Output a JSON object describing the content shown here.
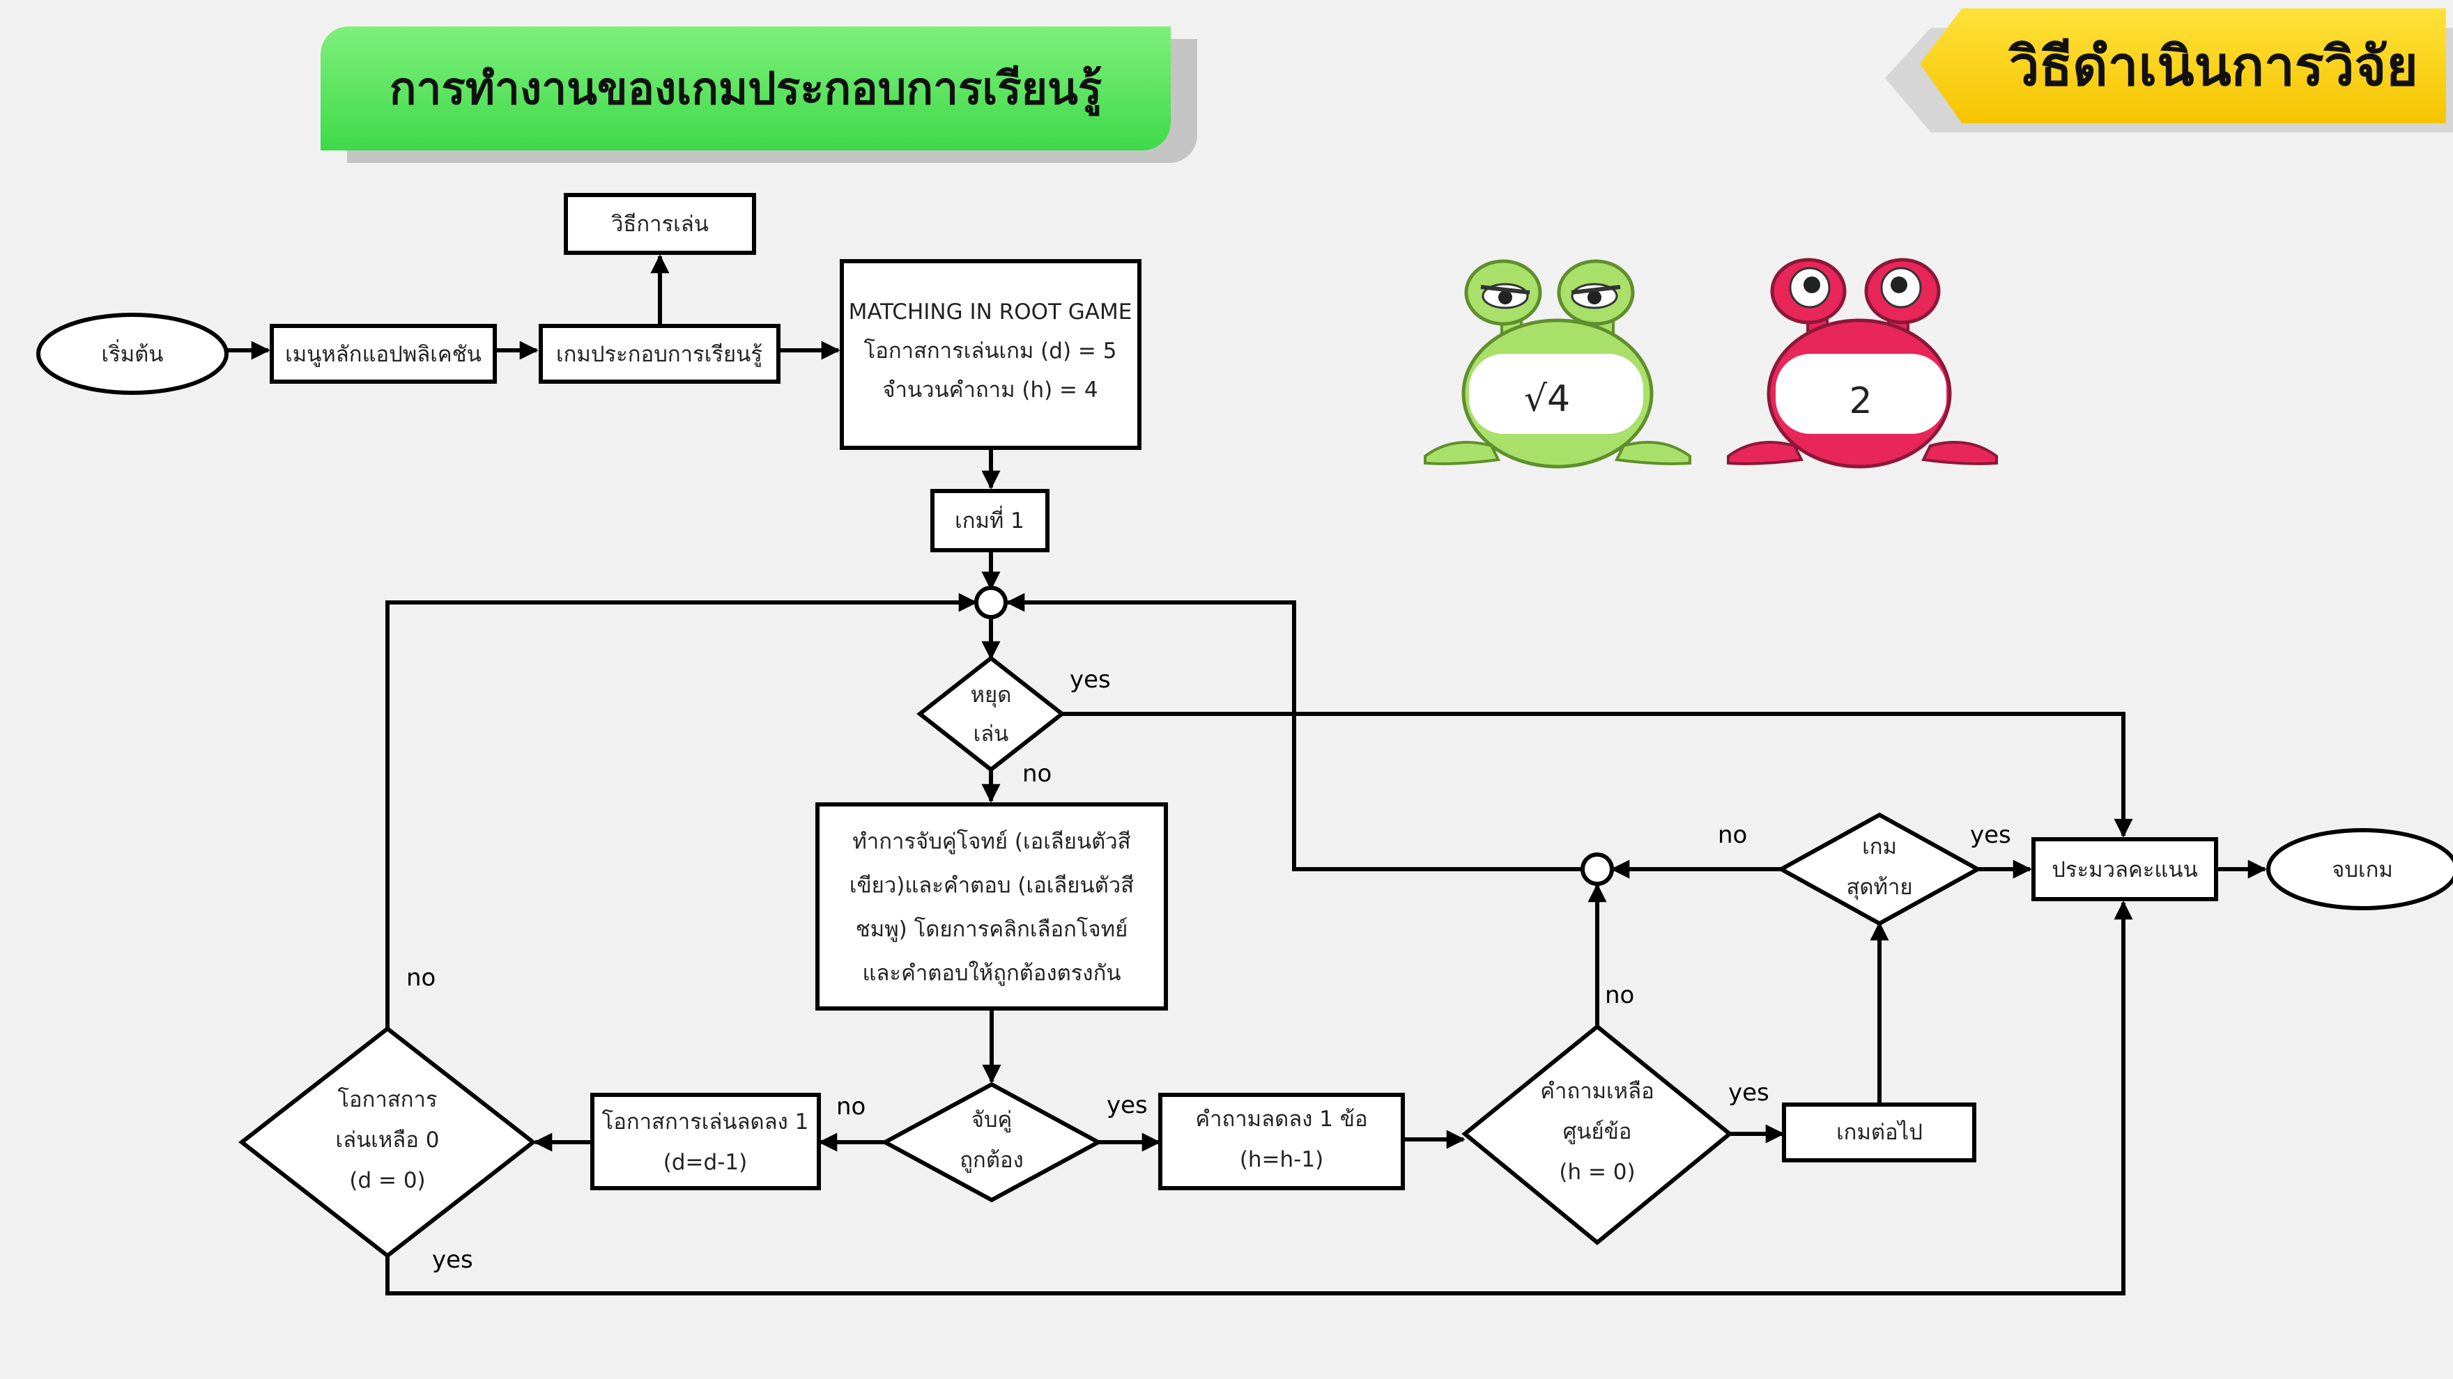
{
  "header": {
    "title": "การทำงานของเกมประกอบการเรียนรู้",
    "section_title": "วิธีดำเนินการวิจัย"
  },
  "nodes": {
    "start": [
      "เริ่มต้น"
    ],
    "main_menu": [
      "เมนูหลักแอปพลิเคชัน"
    ],
    "learning_game": [
      "เกมประกอบการเรียนรู้"
    ],
    "how_to_play": [
      "วิธีการเล่น"
    ],
    "matching_game": [
      "MATCHING IN ROOT GAME",
      "โอกาสการเล่นเกม (d) = 5",
      "จำนวนคำถาม (h) = 4"
    ],
    "game_1": [
      "เกมที่ 1"
    ],
    "stop_play": [
      "หยุด",
      "เล่น"
    ],
    "match_task": [
      "ทำการจับคู่โจทย์ (เอเลียนตัวสี",
      "เขียว)และคำตอบ (เอเลียนตัวสี",
      "ชมพู) โดยการคลิกเลือกโจทย์",
      "และคำตอบให้ถูกต้องตรงกัน"
    ],
    "match_correct": [
      "จับคู่",
      "ถูกต้อง"
    ],
    "chances_decrease": [
      "โอกาสการเล่นลดลง 1",
      "(d=d-1)"
    ],
    "chances_zero": [
      "โอกาสการ",
      "เล่นเหลือ 0",
      "(d = 0)"
    ],
    "questions_decrease": [
      "คำถามลดลง 1 ข้อ",
      "(h=h-1)"
    ],
    "questions_zero": [
      "คำถามเหลือ",
      "ศูนย์ข้อ",
      "(h = 0)"
    ],
    "next_game": [
      "เกมต่อไป"
    ],
    "last_game": [
      "เกม",
      "สุดท้าย"
    ],
    "score": [
      "ประมวลคะแนน"
    ],
    "end_game": [
      "จบเกม"
    ]
  },
  "edge_labels": {
    "stop_yes": "yes",
    "stop_no": "no",
    "match_no": "no",
    "match_yes": "yes",
    "chances_no": "no",
    "chances_yes": "yes",
    "questions_no": "no",
    "questions_yes": "yes",
    "last_no": "no",
    "last_yes": "yes"
  },
  "illustration": {
    "green_alien_label": "√4",
    "pink_alien_label": "2",
    "colors": {
      "green_alien": "#a8e06a",
      "pink_alien": "#e8265a"
    }
  },
  "colors": {
    "title_banner": "#52dd55",
    "section_banner": "#f8cc0e",
    "background": "#f1f1f1"
  }
}
